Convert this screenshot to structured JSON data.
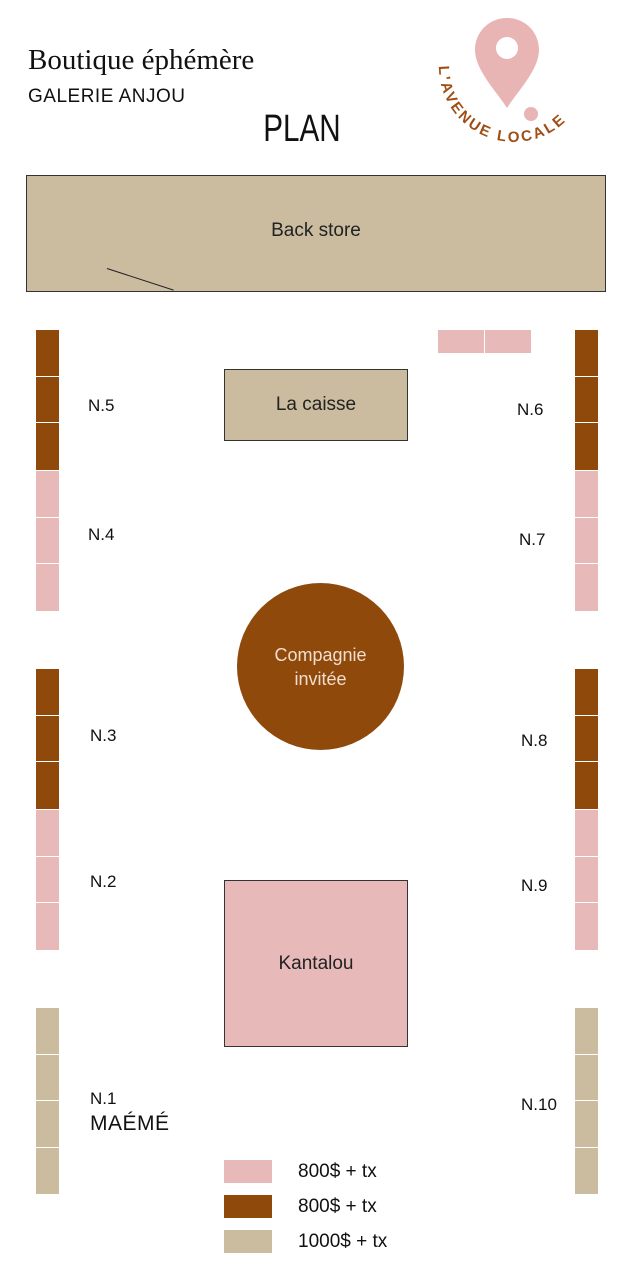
{
  "header": {
    "title": "Boutique éphémère",
    "subtitle": "GALERIE ANJOU",
    "plan": "PLAN"
  },
  "logo": {
    "text": "L'AVENUE LOCALE",
    "icon": "map-pin-icon",
    "pin_color": "#e8b4b4",
    "text_color": "#a04e14"
  },
  "areas": {
    "back_store": "Back store",
    "caisse": "La caisse",
    "guest": "Compagnie invitée",
    "kantalou": "Kantalou"
  },
  "booths": {
    "n1": "N.1",
    "n2": "N.2",
    "n3": "N.3",
    "n4": "N.4",
    "n5": "N.5",
    "n6": "N.6",
    "n7": "N.7",
    "n8": "N.8",
    "n9": "N.9",
    "n10": "N.10",
    "n1_tenant": "MAÉMÉ"
  },
  "legend": [
    {
      "label": "800$ + tx",
      "color": "#e8b9b9"
    },
    {
      "label": "800$ + tx",
      "color": "#8f4a0b"
    },
    {
      "label": "1000$ + tx",
      "color": "#cbbc9f"
    }
  ],
  "colors": {
    "pink": "#e8b9b9",
    "brown": "#8f4a0b",
    "beige": "#cbbc9f"
  }
}
